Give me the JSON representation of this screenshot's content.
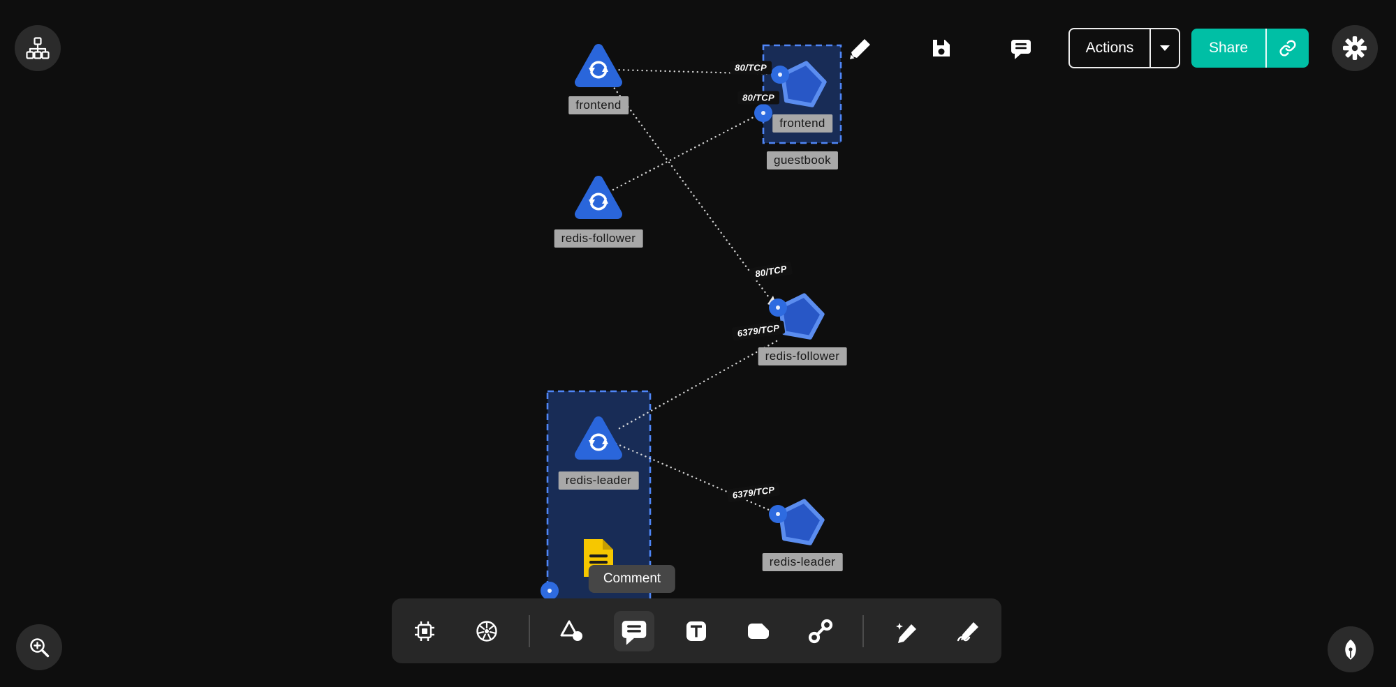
{
  "header": {
    "actions_button": {
      "label": "Actions"
    },
    "share_button": {
      "label": "Share"
    }
  },
  "tooltip": {
    "label": "Comment"
  },
  "canvas": {
    "groups": [
      {
        "label": "guestbook"
      }
    ],
    "nodes": [
      {
        "id": "frontend-deployment",
        "shape": "deployment-triangle",
        "label": "frontend"
      },
      {
        "id": "frontend-service",
        "shape": "service-pentagon",
        "label": "frontend"
      },
      {
        "id": "redis-follower-deployment",
        "shape": "deployment-triangle",
        "label": "redis-follower"
      },
      {
        "id": "redis-follower-service",
        "shape": "service-pentagon",
        "label": "redis-follower"
      },
      {
        "id": "redis-leader-deployment",
        "shape": "deployment-triangle",
        "label": "redis-leader"
      },
      {
        "id": "redis-leader-service",
        "shape": "service-pentagon",
        "label": "redis-leader"
      }
    ],
    "edge_labels": [
      {
        "label": "80/TCP"
      },
      {
        "label": "80/TCP"
      },
      {
        "label": "80/TCP"
      },
      {
        "label": "6379/TCP"
      },
      {
        "label": "6379/TCP"
      }
    ],
    "colors": {
      "node_blue": "#2A66DB",
      "pentagon_fill": "#2857C6",
      "pentagon_stroke": "#5B8DEF",
      "selection_stroke": "#4F86F7",
      "note_yellow": "#F6C700",
      "accent_teal": "#00BFA5",
      "node_label_bg": "#A8A8A8",
      "edge_label_bg": "#111111"
    }
  },
  "toolbar": {
    "tools": [
      {
        "icon": "cpu-icon"
      },
      {
        "icon": "kubernetes-icon"
      },
      {
        "icon": "shapes-icon"
      },
      {
        "icon": "comment-icon"
      },
      {
        "icon": "text-icon"
      },
      {
        "icon": "card-icon"
      },
      {
        "icon": "connection-icon"
      },
      {
        "icon": "pen-sparkle-icon"
      },
      {
        "icon": "pen-scribble-icon"
      }
    ]
  }
}
